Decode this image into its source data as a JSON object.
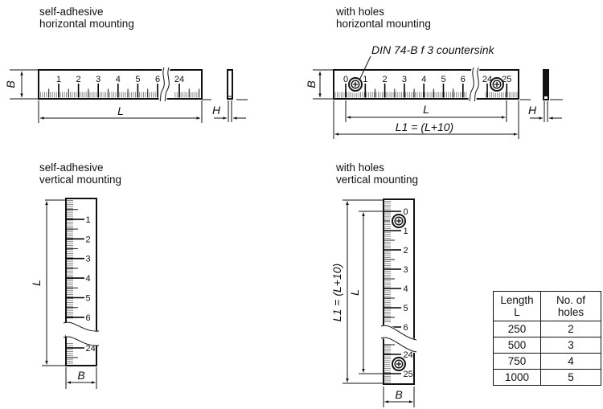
{
  "figures": {
    "f1": {
      "title1": "self-adhesive",
      "title2": "horizontal mounting",
      "numbers": [
        "1",
        "2",
        "3",
        "4",
        "5",
        "6",
        "24"
      ],
      "dim_B": "B",
      "dim_L": "L",
      "dim_H": "H"
    },
    "f2": {
      "title1": "with holes",
      "title2": "horizontal mounting",
      "callout": "DIN 74-B f 3 countersink",
      "numbers": [
        "0",
        "1",
        "2",
        "3",
        "4",
        "5",
        "6",
        "24",
        "25"
      ],
      "dim_B": "B",
      "dim_L": "L",
      "dim_L1": "L1 = (L+10)",
      "dim_H": "H"
    },
    "f3": {
      "title1": "self-adhesive",
      "title2": "vertical mounting",
      "numbers": [
        "1",
        "2",
        "3",
        "4",
        "5",
        "6",
        "24"
      ],
      "dim_L": "L",
      "dim_B": "B"
    },
    "f4": {
      "title1": "with holes",
      "title2": "vertical mounting",
      "numbers": [
        "0",
        "1",
        "2",
        "3",
        "4",
        "5",
        "6",
        "24",
        "25"
      ],
      "dim_L": "L",
      "dim_L1": "L1 = (L+10)",
      "dim_B": "B"
    }
  },
  "table": {
    "headers": [
      [
        "Length",
        "L"
      ],
      [
        "No. of",
        "holes"
      ]
    ],
    "rows": [
      [
        "250",
        "2"
      ],
      [
        "500",
        "3"
      ],
      [
        "750",
        "4"
      ],
      [
        "1000",
        "5"
      ]
    ]
  },
  "colors": {
    "line": "#111111",
    "background": "#ffffff"
  }
}
